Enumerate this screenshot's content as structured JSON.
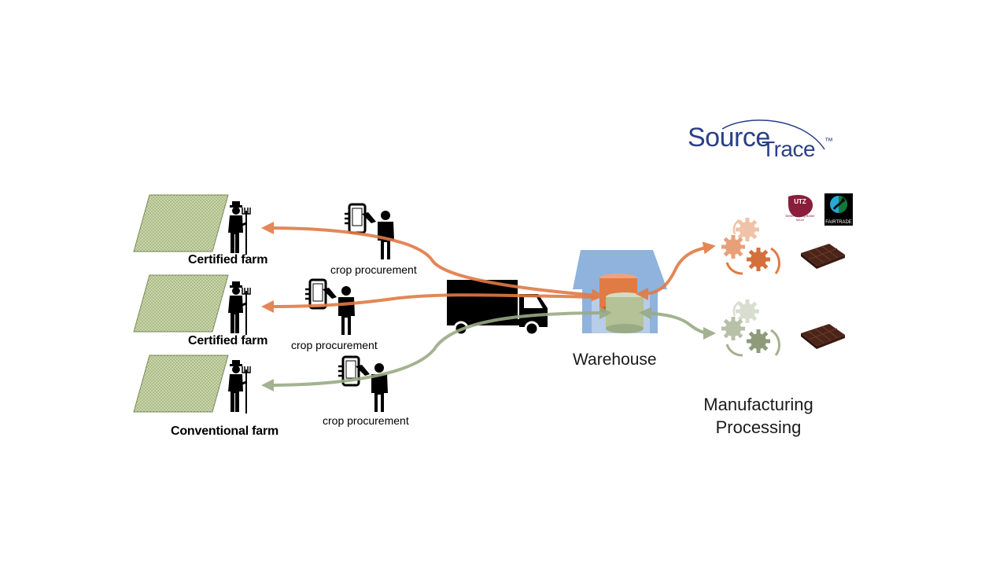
{
  "brand": {
    "logo_word_1": "Source",
    "logo_word_2": "Trace",
    "trademark": "™"
  },
  "farms": [
    {
      "label": "Certified farm"
    },
    {
      "label": "Certified farm"
    },
    {
      "label": "Conventional farm"
    }
  ],
  "procurement": [
    {
      "label": "crop procurement"
    },
    {
      "label": "crop procurement"
    },
    {
      "label": "crop procurement"
    }
  ],
  "warehouse": {
    "label": "Warehouse"
  },
  "manufacturing": {
    "line1": "Manufacturing",
    "line2": "Processing"
  },
  "certifications": {
    "utz": {
      "name": "UTZ",
      "sub": "Certified",
      "tagline": "Better farming Better future"
    },
    "fairtrade": {
      "name": "FAIRTRADE"
    }
  },
  "colors": {
    "certified_flow": "#e07b45",
    "conventional_flow": "#9aaa84",
    "warehouse": "#8fb3dc",
    "field": "#b9c79a",
    "brand": "#2a3f86",
    "chocolate": "#4a2418"
  },
  "icons": [
    "farmer-icon",
    "phone-scan-icon",
    "truck-icon",
    "warehouse-icon",
    "silo-icon",
    "gears-icon",
    "chocolate-bar-icon"
  ]
}
